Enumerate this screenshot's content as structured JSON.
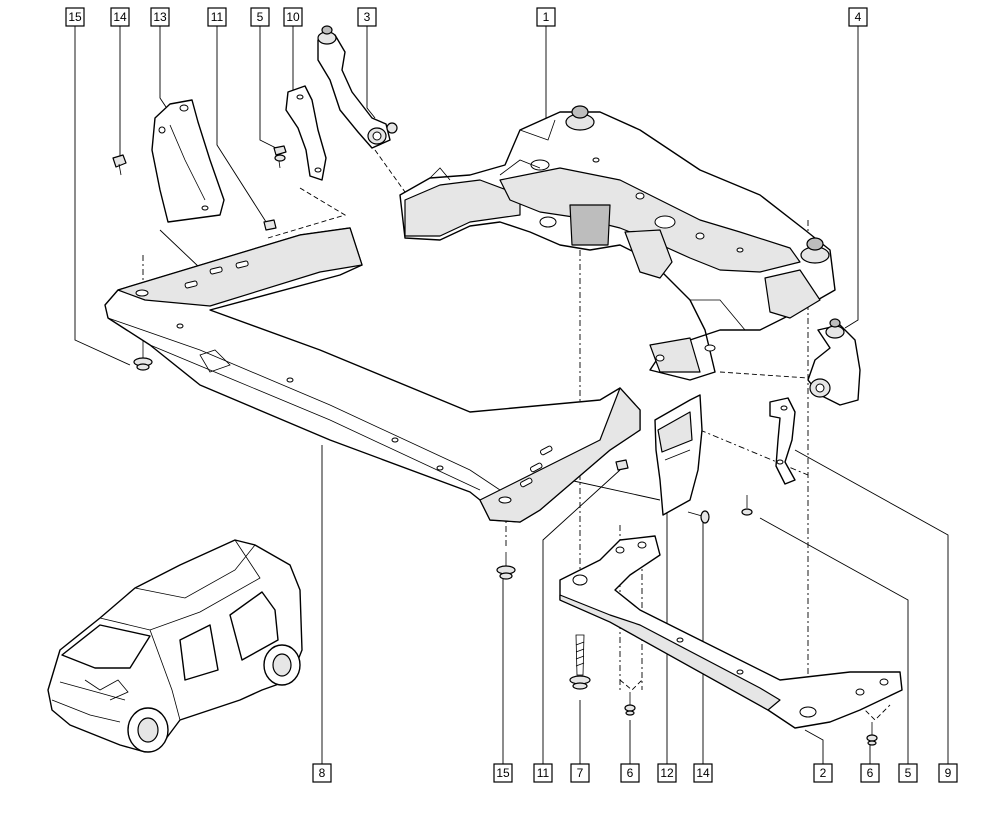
{
  "callouts": [
    {
      "id": "c15-top",
      "label": "15"
    },
    {
      "id": "c14-top",
      "label": "14"
    },
    {
      "id": "c13-top",
      "label": "13"
    },
    {
      "id": "c11-top",
      "label": "11"
    },
    {
      "id": "c5-top",
      "label": "5"
    },
    {
      "id": "c10-top",
      "label": "10"
    },
    {
      "id": "c3-top",
      "label": "3"
    },
    {
      "id": "c1-top",
      "label": "1"
    },
    {
      "id": "c4-top",
      "label": "4"
    },
    {
      "id": "c8-bot",
      "label": "8"
    },
    {
      "id": "c15-bot",
      "label": "15"
    },
    {
      "id": "c11-bot",
      "label": "11"
    },
    {
      "id": "c7-bot",
      "label": "7"
    },
    {
      "id": "c6-bot",
      "label": "6"
    },
    {
      "id": "c12-bot",
      "label": "12"
    },
    {
      "id": "c14-bot",
      "label": "14"
    },
    {
      "id": "c2-bot",
      "label": "2"
    },
    {
      "id": "c6b-bot",
      "label": "6"
    },
    {
      "id": "c5-bot",
      "label": "5"
    },
    {
      "id": "c9-bot",
      "label": "9"
    }
  ]
}
